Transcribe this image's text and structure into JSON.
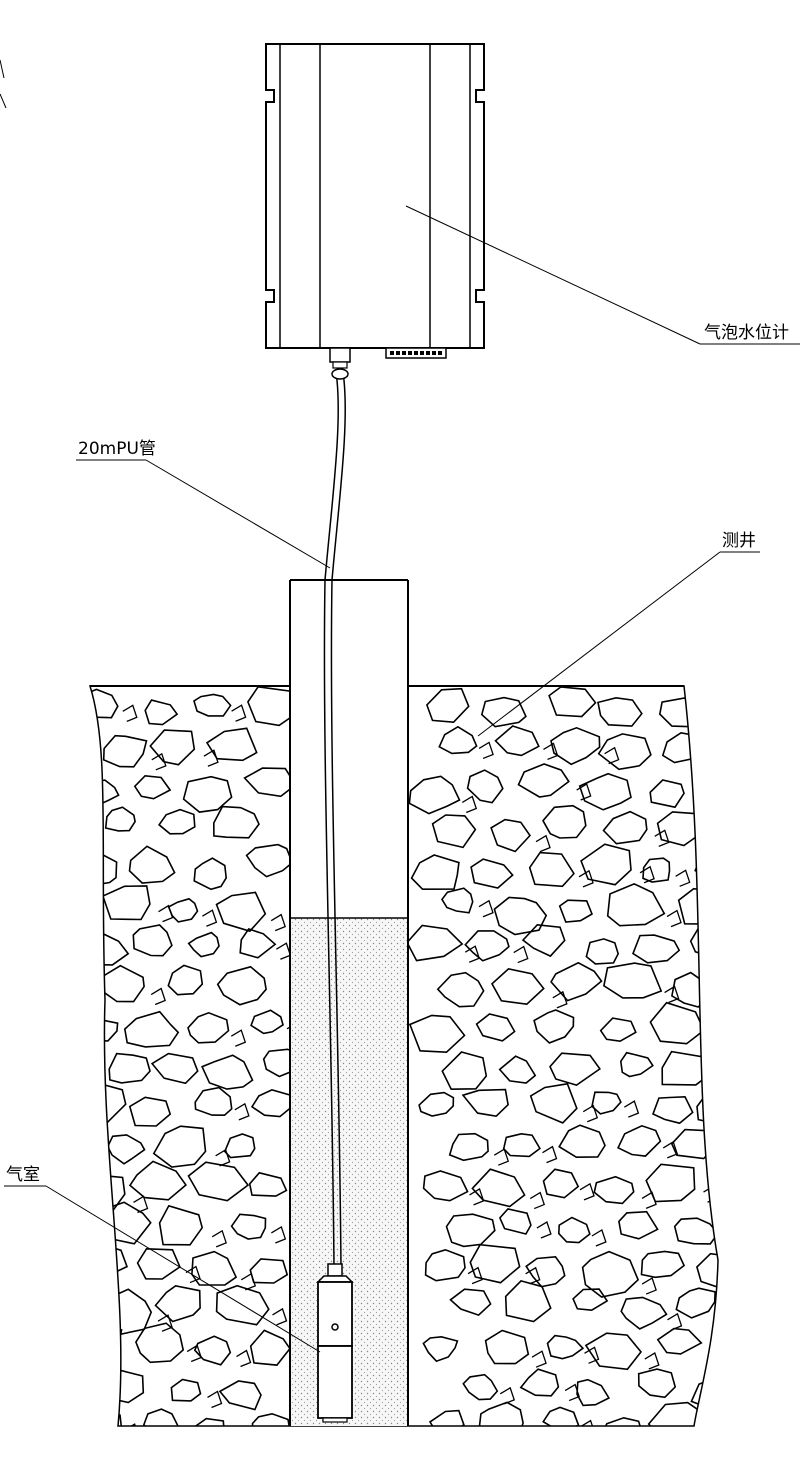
{
  "labels": {
    "gauge": "气泡水位计",
    "tube": "20mPU管",
    "well": "测井",
    "chamber": "气室"
  }
}
